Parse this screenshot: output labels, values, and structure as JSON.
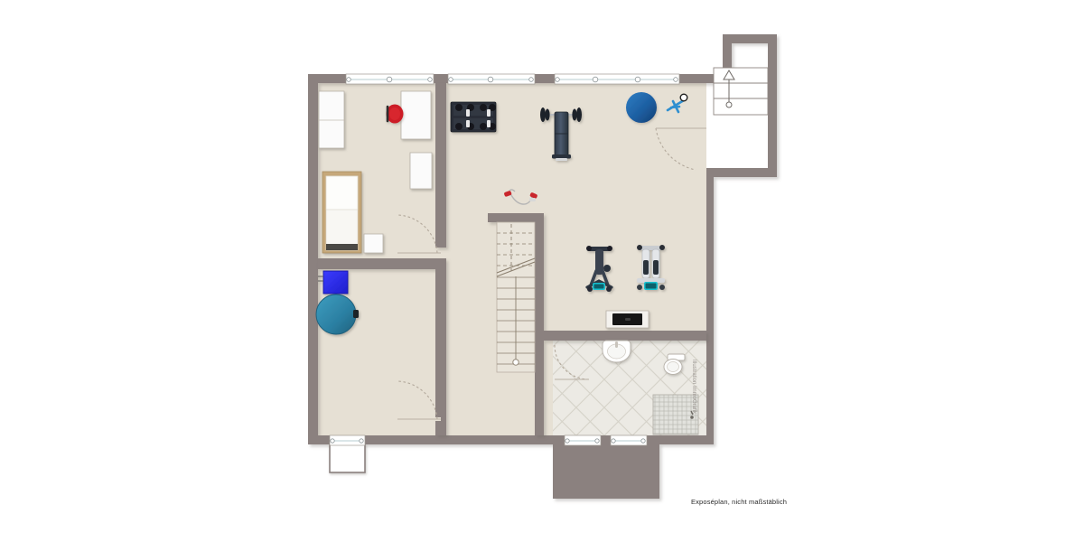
{
  "document": {
    "type": "floor-plan",
    "caption": "Exposéplan, nicht maßstäblich",
    "watermark": "Illustration ImmoGrafik",
    "background_color": "#ffffff",
    "wall_color": "#8b817f",
    "floor_color": "#e6e0d4",
    "tile_floor_color": "#e9e9e4",
    "window_color": "#ffffff",
    "door_arc_color": "#b3a99c"
  },
  "rooms": [
    {
      "id": "bedroom",
      "label": "",
      "floor": "#e6e0d4"
    },
    {
      "id": "gym",
      "label": "",
      "floor": "#e6e0d4"
    },
    {
      "id": "hobby",
      "label": "",
      "floor": "#e6e0d4"
    },
    {
      "id": "bathroom",
      "label": "",
      "floor": "#e9e9e4"
    }
  ],
  "furniture": [
    {
      "name": "wardrobe",
      "room": "bedroom",
      "color": "#fbfbfb"
    },
    {
      "name": "desk",
      "room": "bedroom",
      "color": "#fbfbfb"
    },
    {
      "name": "desk-chair",
      "room": "bedroom",
      "color": "#cc1f26"
    },
    {
      "name": "shelf",
      "room": "bedroom",
      "color": "#fbfbfb"
    },
    {
      "name": "bed",
      "room": "bedroom",
      "color": "#f8f7f3",
      "frame_color": "#c6a87a"
    },
    {
      "name": "nightstand",
      "room": "bedroom",
      "color": "#fbfbfb"
    },
    {
      "name": "washing-machine",
      "room": "hobby",
      "color": "#2b2bdd"
    },
    {
      "name": "round-table",
      "room": "hobby",
      "color": "#2f86aa"
    },
    {
      "name": "dumbbell-rack",
      "room": "gym",
      "color": "#2a2f38"
    },
    {
      "name": "weight-bench",
      "room": "gym",
      "color": "#3b4758"
    },
    {
      "name": "exercise-ball",
      "room": "gym",
      "color": "#1f5fa0"
    },
    {
      "name": "jump-rope",
      "room": "gym",
      "color": "#b5b5b5"
    },
    {
      "name": "elliptical-trainer",
      "room": "gym",
      "color": "#3a4250"
    },
    {
      "name": "stepper-machine",
      "room": "gym",
      "color": "#d8dadd"
    },
    {
      "name": "tv-console",
      "room": "gym",
      "color": "#1b1b1b"
    },
    {
      "name": "washbasin",
      "room": "bathroom",
      "color": "#ffffff"
    },
    {
      "name": "toilet",
      "room": "bathroom",
      "color": "#ffffff"
    },
    {
      "name": "shower-tray",
      "room": "bathroom",
      "color": "#dcdcd8"
    }
  ],
  "openings": [
    {
      "name": "window-top-left",
      "type": "window"
    },
    {
      "name": "window-top-middle",
      "type": "window"
    },
    {
      "name": "window-top-right",
      "type": "window"
    },
    {
      "name": "window-bottom-left",
      "type": "window"
    },
    {
      "name": "window-bottom-middle",
      "type": "window"
    },
    {
      "name": "window-bottom-right",
      "type": "window"
    },
    {
      "name": "door-entry-right",
      "type": "door"
    },
    {
      "name": "door-bedroom",
      "type": "door"
    },
    {
      "name": "door-hobby",
      "type": "door"
    },
    {
      "name": "door-bathroom",
      "type": "door"
    }
  ],
  "stairs": [
    {
      "name": "interior-staircase",
      "direction": "down",
      "treads": 15
    },
    {
      "name": "exterior-entry-stair",
      "direction": "up",
      "treads": 3
    }
  ]
}
